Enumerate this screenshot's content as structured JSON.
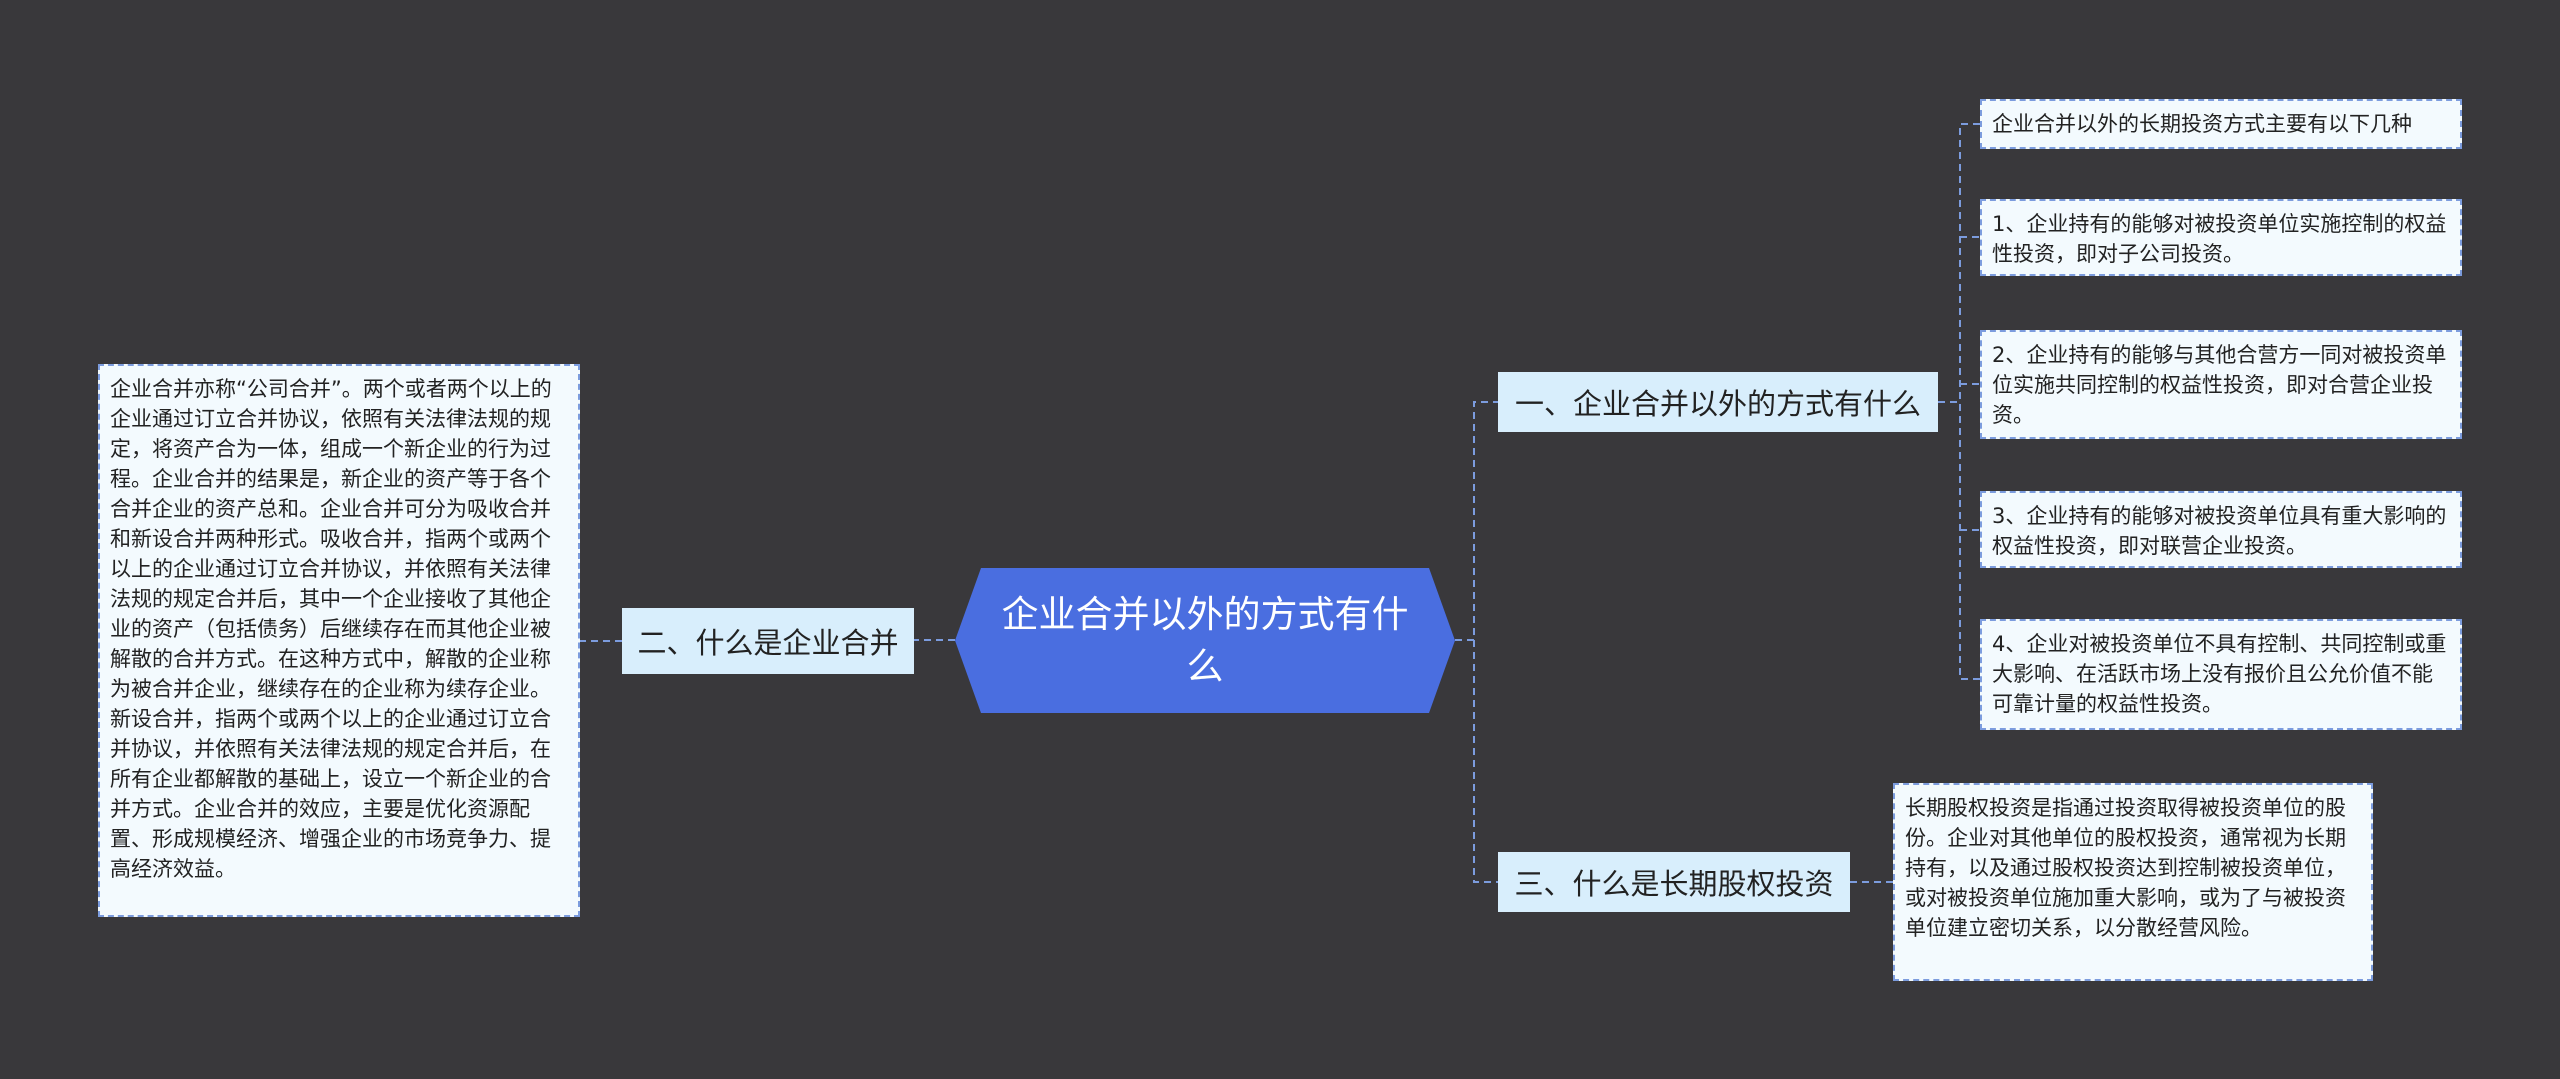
{
  "root": {
    "label": "企业合并以外的方式有什么"
  },
  "branches": [
    {
      "label": "一、企业合并以外的方式有什么",
      "leaves": [
        "企业合并以外的长期投资方式主要有以下几种",
        "1、企业持有的能够对被投资单位实施控制的权益性投资，即对子公司投资。",
        "2、企业持有的能够与其他合营方一同对被投资单位实施共同控制的权益性投资，即对合营企业投资。",
        "3、企业持有的能够对被投资单位具有重大影响的权益性投资，即对联营企业投资。",
        "4、企业对被投资单位不具有控制、共同控制或重大影响、在活跃市场上没有报价且公允价值不能可靠计量的权益性投资。"
      ]
    },
    {
      "label": "二、什么是企业合并",
      "leaves": [
        "企业合并亦称“公司合并”。两个或者两个以上的企业通过订立合并协议，依照有关法律法规的规定，将资产合为一体，组成一个新企业的行为过程。企业合并的结果是，新企业的资产等于各个合并企业的资产总和。企业合并可分为吸收合并和新设合并两种形式。吸收合并，指两个或两个以上的企业通过订立合并协议，并依照有关法律法规的规定合并后，其中一个企业接收了其他企业的资产（包括债务）后继续存在而其他企业被解散的合并方式。在这种方式中，解散的企业称为被合并企业，继续存在的企业称为续存企业。新设合并，指两个或两个以上的企业通过订立合并协议，并依照有关法律法规的规定合并后，在所有企业都解散的基础上，设立一个新企业的合并方式。企业合并的效应，主要是优化资源配置、形成规模经济、增强企业的市场竞争力、提高经济效益。"
      ]
    },
    {
      "label": "三、什么是长期股权投资",
      "leaves": [
        "长期股权投资是指通过投资取得被投资单位的股份。企业对其他单位的股权投资，通常视为长期持有，以及通过股权投资达到控制被投资单位，或对被投资单位施加重大影响，或为了与被投资单位建立密切关系，以分散经营风险。"
      ]
    }
  ],
  "colors": {
    "background": "#39383b",
    "root_fill": "#4a6ee0",
    "branch_fill": "#d8eefc",
    "leaf_fill": "#f3fafe",
    "connector": "#7c9cde"
  }
}
